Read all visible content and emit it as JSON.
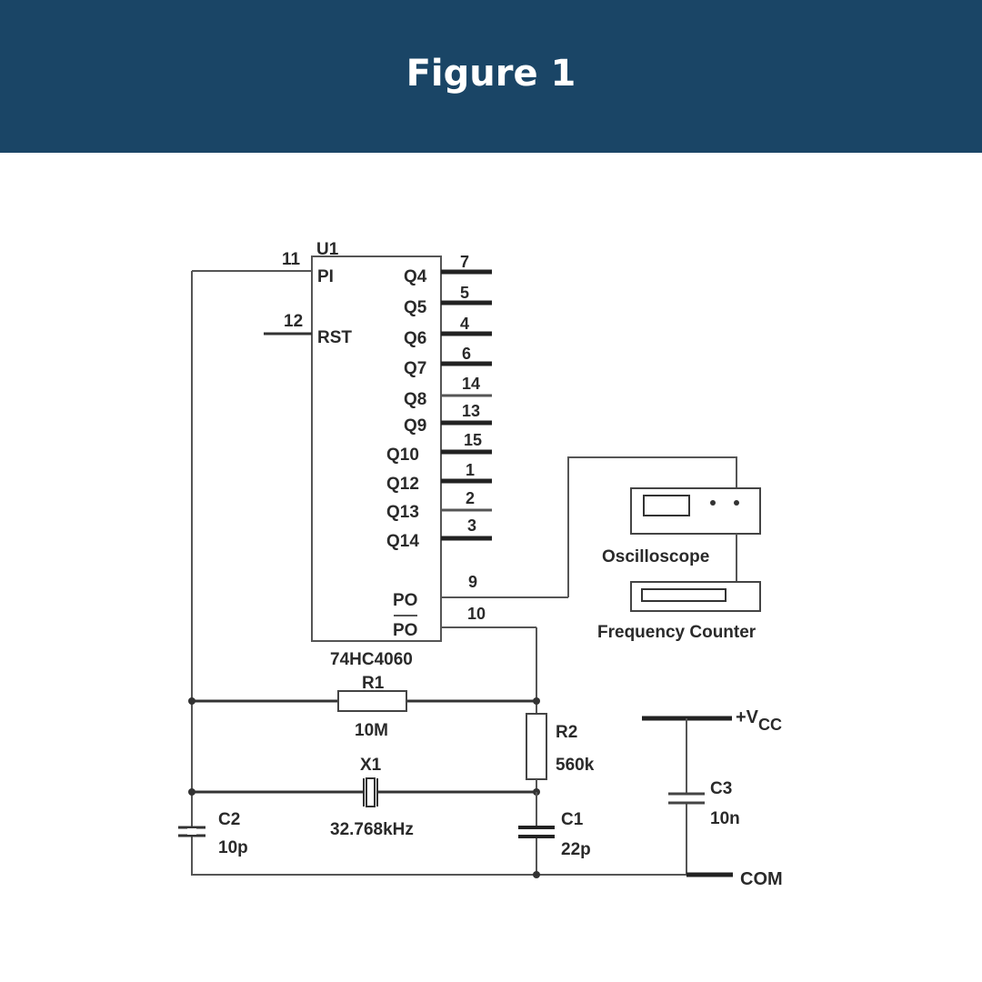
{
  "header": {
    "title": "Figure 1"
  },
  "colors": {
    "header_bg": "#1a4566",
    "header_text": "#ffffff",
    "wire": "#555555"
  },
  "chip": {
    "ref": "U1",
    "part": "74HC4060",
    "pin_pi_name": "PI",
    "pin_pi_num": "11",
    "pin_rst_name": "RST",
    "pin_rst_num": "12",
    "outputs": [
      {
        "name": "Q4",
        "num": "7"
      },
      {
        "name": "Q5",
        "num": "5"
      },
      {
        "name": "Q6",
        "num": "4"
      },
      {
        "name": "Q7",
        "num": "6"
      },
      {
        "name": "Q8",
        "num": "14"
      },
      {
        "name": "Q9",
        "num": "13"
      },
      {
        "name": "Q10",
        "num": "15"
      },
      {
        "name": "Q12",
        "num": "1"
      },
      {
        "name": "Q13",
        "num": "2"
      },
      {
        "name": "Q14",
        "num": "3"
      }
    ],
    "po_name": "PO",
    "po_num": "9",
    "po_bar_name": "PO",
    "po_bar_num": "10"
  },
  "instruments": {
    "oscilloscope": "Oscilloscope",
    "frequency_counter": "Frequency Counter"
  },
  "components": {
    "r1": {
      "ref": "R1",
      "value": "10M"
    },
    "r2": {
      "ref": "R2",
      "value": "560k"
    },
    "x1": {
      "ref": "X1",
      "value": "32.768kHz"
    },
    "c1": {
      "ref": "C1",
      "value": "22p"
    },
    "c2": {
      "ref": "C2",
      "value": "10p"
    },
    "c3": {
      "ref": "C3",
      "value": "10n"
    }
  },
  "power": {
    "vcc_label": "+V",
    "vcc_sub": "CC",
    "com_label": "COM"
  }
}
